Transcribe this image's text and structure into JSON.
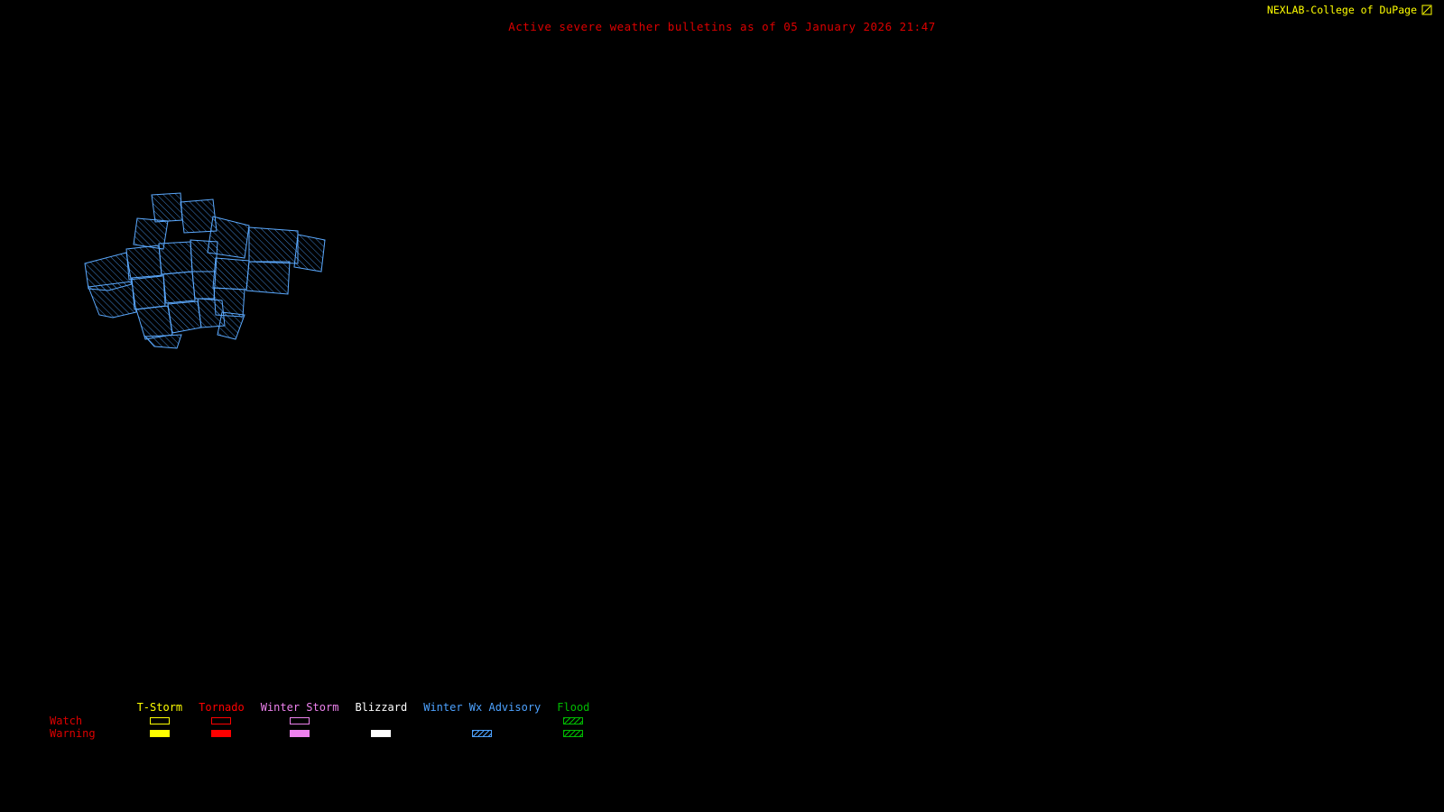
{
  "header": {
    "brand": "NEXLAB-College of DuPage",
    "title": "Active severe weather bulletins as of 05 January 2026 21:47"
  },
  "colors": {
    "background": "#000000",
    "brand": "#ffff00",
    "title": "#dd0000",
    "advisory": "#4da2ff",
    "map_stroke": "#5caaff"
  },
  "map": {
    "advisory_type": "Winter Wx Advisory",
    "counties": [
      "88,16 120,14 122,44 92,46",
      "120,24 156,21 160,56 124,58",
      "72,42 106,45 101,76 68,71",
      "156,40 196,50 191,86 150,80",
      "196,52 250,56 250,92 196,90",
      "250,60 280,66 276,101 246,96",
      "14,92 60,80 66,115 40,122 18,120",
      "60,76 96,72 99,106 63,110",
      "96,70 131,68 133,101 99,104",
      "131,66 161,68 159,101 133,101",
      "159,86 196,89 193,121 156,119",
      "196,90 241,90 239,126 193,122",
      "18,118 66,112 71,146 45,152 30,149",
      "66,108 101,105 103,139 69,143",
      "101,104 133,101 136,133 104,136",
      "133,101 159,101 157,131 136,131",
      "157,119 191,121 189,151 159,149",
      "71,143 106,139 111,171 81,176",
      "106,137 139,134 143,163 111,169",
      "139,131 166,133 169,161 143,163",
      "166,146 191,149 181,176 161,171",
      "81,173 121,171 116,186 91,184"
    ]
  },
  "legend": {
    "row_labels": {
      "watch": "Watch",
      "warning": "Warning"
    },
    "categories": [
      {
        "label": "T-Storm",
        "color": "#ffff00",
        "watch": "outline",
        "warning": "solid"
      },
      {
        "label": "Tornado",
        "color": "#ff0000",
        "watch": "outline",
        "warning": "solid"
      },
      {
        "label": "Winter Storm",
        "color": "#ee82ee",
        "watch": "outline",
        "warning": "solid"
      },
      {
        "label": "Blizzard",
        "color": "#ffffff",
        "watch": "none",
        "warning": "solid"
      },
      {
        "label": "Winter Wx Advisory",
        "color": "#4da2ff",
        "watch": "none",
        "warning": "hatch"
      },
      {
        "label": "Flood",
        "color": "#00bb00",
        "watch": "hatch",
        "warning": "hatch"
      }
    ]
  }
}
